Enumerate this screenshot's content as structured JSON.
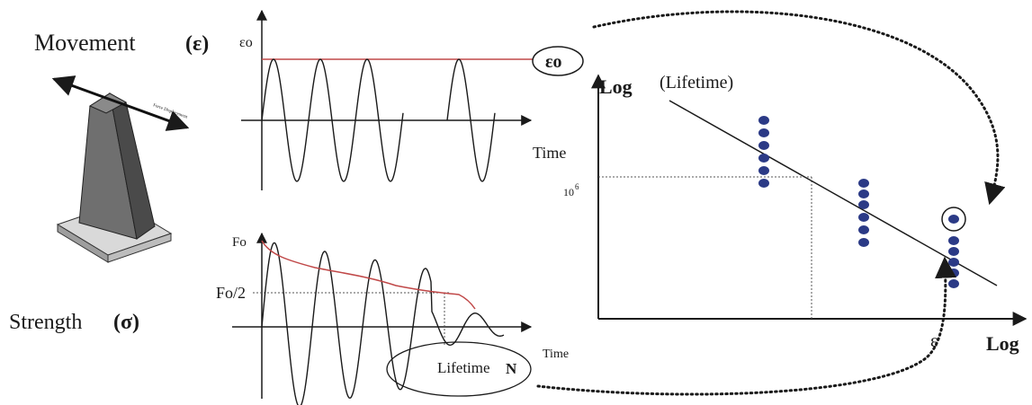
{
  "labels": {
    "movement": "Movement",
    "movement_symbol": "(ε)",
    "strength": "Strength",
    "strength_symbol": "(σ)",
    "eps0_axis": "εo",
    "eps0_bubble": "εo",
    "time_top": "Time",
    "time_bottom": "Time",
    "fo": "Fo",
    "fo_half": "Fo/2",
    "lifetime": "Lifetime",
    "n": "N",
    "log_y": "Log",
    "lifetime_paren": "(Lifetime)",
    "ten6_base": "10",
    "ten6_exp": "6",
    "eps_x": "ε",
    "log_x": "Log",
    "specimen_arrow": "Force Displacement"
  },
  "colors": {
    "ink": "#1a1a1a",
    "envelope": "#c04848",
    "dots": "#2b3a86",
    "specimen_face": "#6f6f6f",
    "specimen_side": "#4a4a4a",
    "base_top": "#d9d9d9",
    "base_side": "#9e9e9e"
  },
  "chart_data": {
    "type": "scatter",
    "xlabel": "Log",
    "ylabel": "Log",
    "x_symbol": "ε",
    "y_caption": "(Lifetime)",
    "y_tick": "10^6",
    "columns": [
      {
        "points": 6
      },
      {
        "points": 6
      },
      {
        "points": 6,
        "highlighted": 1
      }
    ],
    "fit_line": "decreasing straight line"
  }
}
